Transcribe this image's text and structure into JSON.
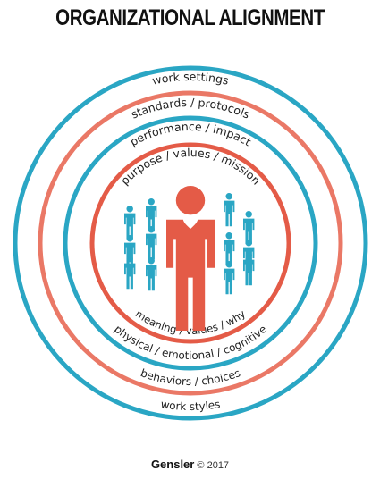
{
  "header": {
    "title": "ORGANIZATIONAL ALIGNMENT"
  },
  "footer": {
    "brand": "Gensler",
    "copyright": "© 2017"
  },
  "colors": {
    "blue": "#2aa6c4",
    "coral": "#ea7866",
    "red": "#e45b47",
    "figure_blue": "#2aa6c4",
    "figure_red": "#e45b47"
  },
  "rings": {
    "outer_blue": {
      "top": "work settings",
      "bottom": "work styles"
    },
    "middle_coral": {
      "top": "standards / protocols",
      "bottom": "behaviors / choices"
    },
    "inner_blue": {
      "top": "performance / impact",
      "bottom": "physical / emotional / cognitive"
    },
    "core_red": {
      "top": "purpose / values / mission",
      "bottom": "meaning / values / why"
    }
  },
  "icons": {
    "center": "person-heart-icon",
    "group": "person-icon"
  }
}
